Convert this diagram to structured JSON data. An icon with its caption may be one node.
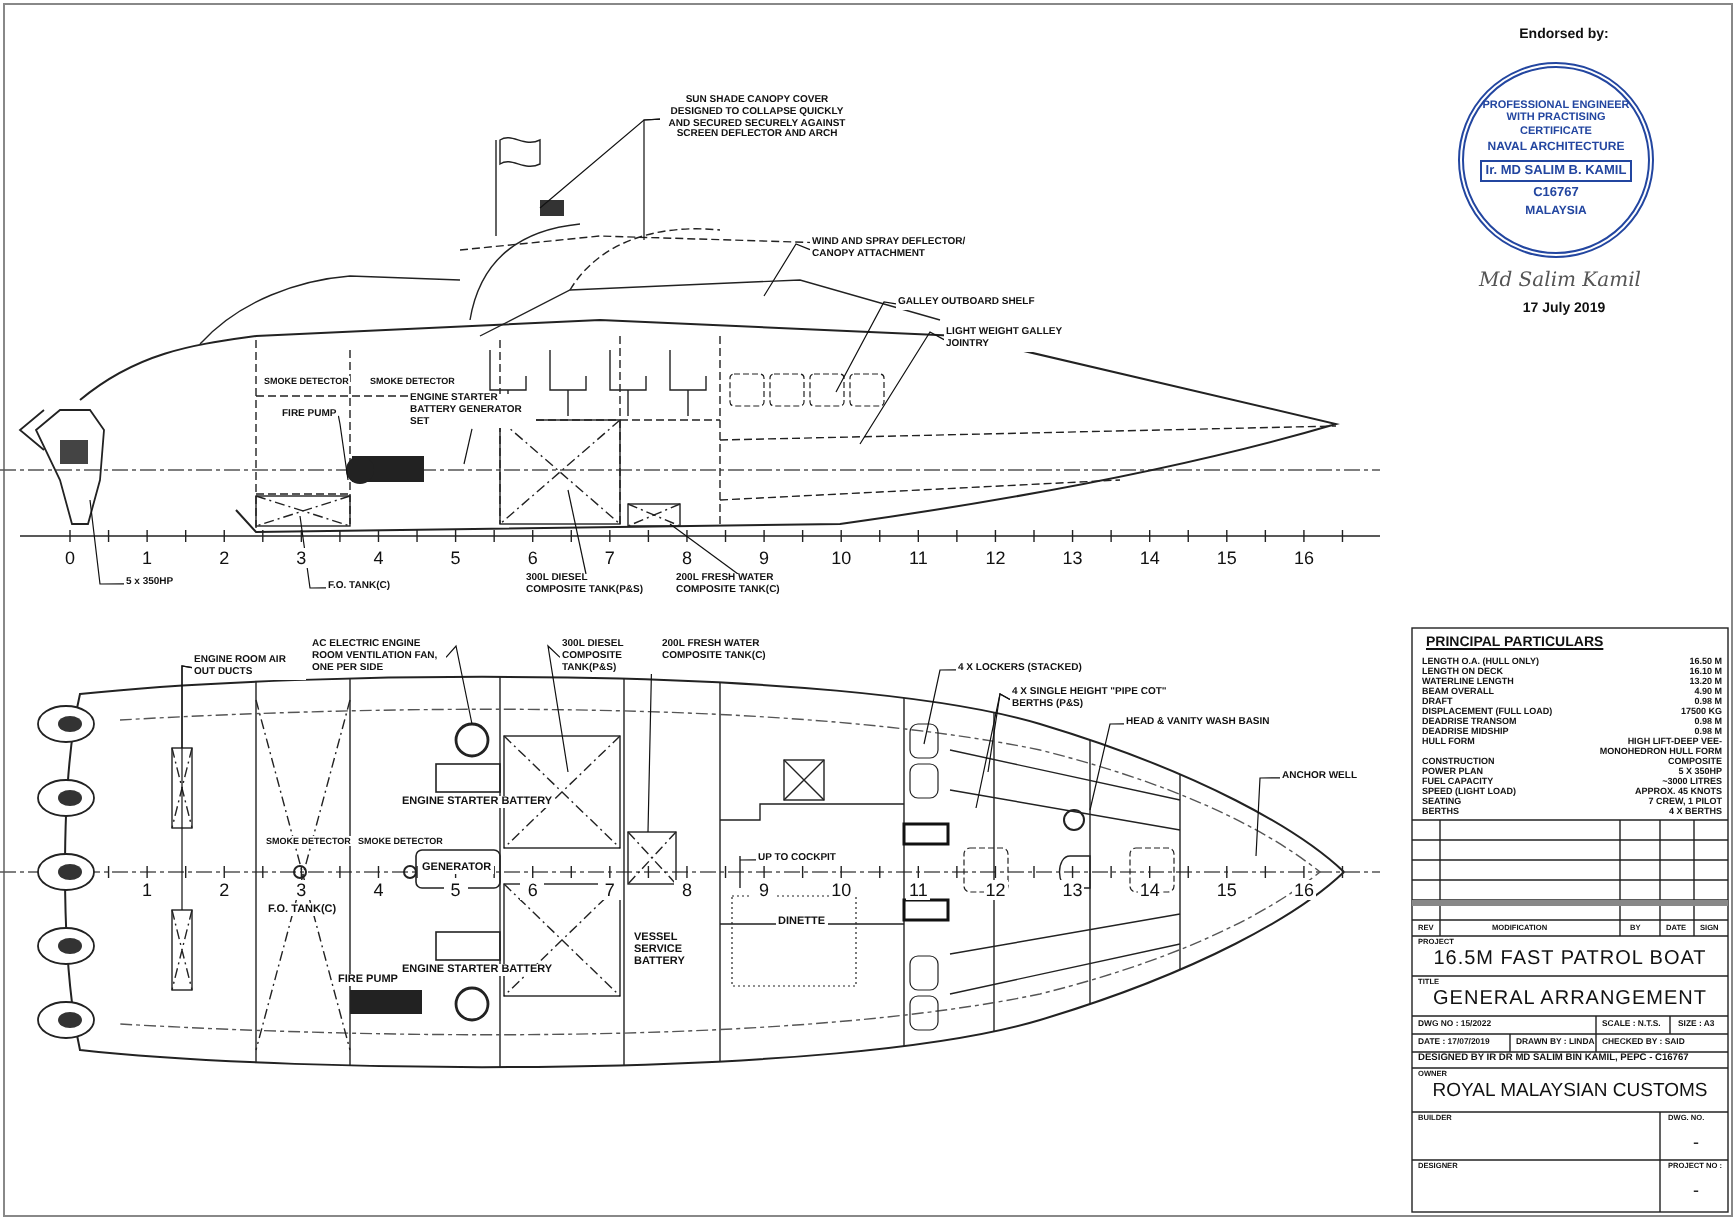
{
  "diagram": {
    "nodes": [
      {
        "text": [
          "SUN SHADE CANOPY COVER DESIGNED TO COLLAPSE QUICKLY AND SECURED SECURELY AGAINST SCREEN DEFLECTOR AND ARCH"
        ]
      },
      {
        "text": [
          "WIND AND SPRAY DEFLECTOR/ CANOPY ATTACHMENT"
        ]
      },
      {
        "text": [
          "GALLEY OUTBOARD SHELF"
        ]
      },
      {
        "text": [
          "LIGHT WEIGHT GALLEY JOINTRY"
        ]
      },
      {
        "text": [
          "FIRE PUMP"
        ]
      },
      {
        "text": [
          "ENGINE STARTER BATTERY GENERATOR SET"
        ]
      },
      {
        "text": [
          "5 x 350HP"
        ]
      },
      {
        "text": [
          "F.O. TANK(C)"
        ]
      },
      {
        "text": [
          "300L DIESEL COMPOSITE TANK(P&S)"
        ]
      },
      {
        "text": [
          "200L FRESH WATER COMPOSITE TANK(C)"
        ]
      },
      {
        "text": [
          "ENGINE ROOM AIR OUT DUCTS"
        ]
      },
      {
        "text": [
          "AC ELECTRIC ENGINE ROOM VENTILATION FAN, ONE PER SIDE"
        ]
      },
      {
        "text": [
          "300L DIESEL COMPOSITE TANK(P&S)"
        ]
      },
      {
        "text": [
          "200L FRESH WATER COMPOSITE TANK(C)"
        ]
      },
      {
        "text": [
          "UP TO COCKPIT"
        ]
      },
      {
        "text": [
          "4 X LOCKERS (STACKED)"
        ]
      },
      {
        "text": [
          "4 X SINGLE HEIGHT \"PIPE COT\" BERTHS (P&S)"
        ]
      },
      {
        "text": [
          "HEAD & VANITY WASH BASIN"
        ]
      },
      {
        "text": [
          "ANCHOR WELL"
        ]
      },
      {
        "text": [
          "PROFESSIONAL ENGINEER WITH PRACTISING CERTIFICATE",
          "NAVAL ARCHITECTURE",
          "Ir. MD SALIM B. KAMIL",
          "C16767",
          "MALAYSIA"
        ]
      }
    ],
    "edges": [
      {
        "from": 0,
        "to": null,
        "arrow": "none"
      },
      {
        "from": 0,
        "to": null,
        "arrow": "none"
      },
      {
        "from": 1,
        "to": null,
        "arrow": "none"
      },
      {
        "from": 2,
        "to": null,
        "arrow": "none"
      },
      {
        "from": 3,
        "to": null,
        "arrow": "none"
      },
      {
        "from": 4,
        "to": null,
        "arrow": "none"
      },
      {
        "from": 5,
        "to": null,
        "arrow": "none"
      },
      {
        "from": 6,
        "to": null,
        "arrow": "none"
      },
      {
        "from": 7,
        "to": null,
        "arrow": "none"
      },
      {
        "from": 8,
        "to": null,
        "arrow": "none"
      },
      {
        "from": 9,
        "to": null,
        "arrow": "none"
      },
      {
        "from": 10,
        "to": null,
        "arrow": "none"
      },
      {
        "from": 10,
        "to": null,
        "arrow": "none"
      },
      {
        "from": 11,
        "to": null,
        "arrow": "none"
      },
      {
        "from": 12,
        "to": null,
        "arrow": "none"
      },
      {
        "from": 13,
        "to": null,
        "arrow": "none"
      },
      {
        "from": 14,
        "to": null,
        "arrow": "none"
      },
      {
        "from": 15,
        "to": null,
        "arrow": "none"
      },
      {
        "from": 16,
        "to": null,
        "arrow": "none"
      },
      {
        "from": 16,
        "to": null,
        "arrow": "none"
      },
      {
        "from": 17,
        "to": null,
        "arrow": "none"
      },
      {
        "from": 18,
        "to": null,
        "arrow": "none"
      }
    ],
    "labels": [
      "Endorsed by:",
      "Md Salim Kamil",
      "17 July 2019",
      "SMOKE DETECTOR",
      "SMOKE DETECTOR",
      "0",
      "1",
      "2",
      "3",
      "4",
      "5",
      "6",
      "7",
      "8",
      "9",
      "10",
      "11",
      "12",
      "13",
      "14",
      "15",
      "16",
      "SMOKE DETECTOR",
      "SMOKE DETECTOR",
      "F.O. TANK(C)",
      "ENGINE STARTER BATTERY",
      "GENERATOR",
      "ENGINE STARTER BATTERY",
      "FIRE PUMP",
      "VESSEL SERVICE BATTERY",
      "DINETTE",
      "1",
      "2",
      "3",
      "4",
      "5",
      "6",
      "7",
      "8",
      "9",
      "10",
      "11",
      "12",
      "13",
      "14",
      "15",
      "16",
      "PRINCIPAL PARTICULARS",
      "LENGTH O.A. (HULL ONLY)",
      "16.50 M",
      "LENGTH ON DECK",
      "16.10 M",
      "WATERLINE LENGTH",
      "13.20 M",
      "BEAM OVERALL",
      "4.90 M",
      "DRAFT",
      "0.98 M",
      "DISPLACEMENT (FULL LOAD)",
      "17500 KG",
      "DEADRISE TRANSOM",
      "0.98 M",
      "DEADRISE MIDSHIP",
      "0.98 M",
      "HULL FORM",
      "HIGH LIFT-DEEP VEE-MONOHEDRON HULL FORM",
      "CONSTRUCTION",
      "COMPOSITE",
      "POWER PLAN",
      "5 X 350HP",
      "FUEL CAPACITY",
      "~3000 LITRES",
      "SPEED (LIGHT LOAD)",
      "APPROX. 45 KNOTS",
      "SEATING",
      "7 CREW, 1 PILOT",
      "BERTHS",
      "4 X BERTHS",
      "REV",
      "MODIFICATION",
      "BY",
      "DATE",
      "SIGN",
      "PROJECT",
      "16.5M FAST PATROL BOAT",
      "TITLE",
      "GENERAL ARRANGEMENT",
      "DWG NO : 15/2022",
      "SCALE : N.T.S.",
      "SIZE : A3",
      "DATE : 17/07/2019",
      "DRAWN BY : LINDA",
      "CHECKED BY : SAID",
      "DESIGNED BY IR DR MD SALIM BIN KAMIL, PEPC - C16767",
      "OWNER",
      "ROYAL MALAYSIAN CUSTOMS",
      "BUILDER",
      "DWG. NO.",
      "-",
      "DESIGNER",
      "PROJECT NO :",
      "-"
    ]
  }
}
